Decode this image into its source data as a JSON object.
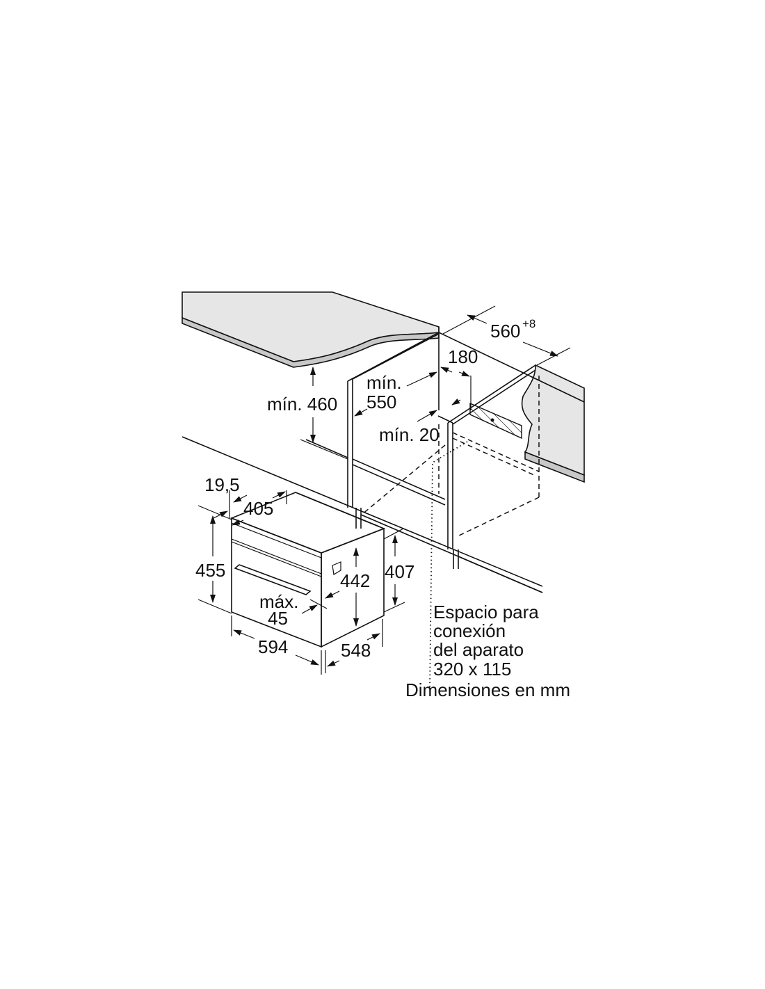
{
  "diagram": {
    "labels": {
      "width_cutout": "560",
      "width_cutout_tolerance": "+8",
      "depth_180": "180",
      "min_550_a": "mín.",
      "min_550_b": "550",
      "min_460": "mín. 460",
      "min_20": "mín. 20",
      "dim_19_5": "19,5",
      "dim_405": "405",
      "dim_455": "455",
      "dim_442": "442",
      "dim_407": "407",
      "max_45_a": "máx.",
      "max_45_b": "45",
      "dim_594": "594",
      "dim_548": "548"
    },
    "note": {
      "line1": "Espacio para",
      "line2": "conexión",
      "line3": "del aparato",
      "line4": "320 x 115",
      "units": "Dimensiones en mm"
    },
    "colors": {
      "line": "#111111",
      "surface": "#e6e6e6",
      "edge": "#c8c8c8"
    }
  }
}
